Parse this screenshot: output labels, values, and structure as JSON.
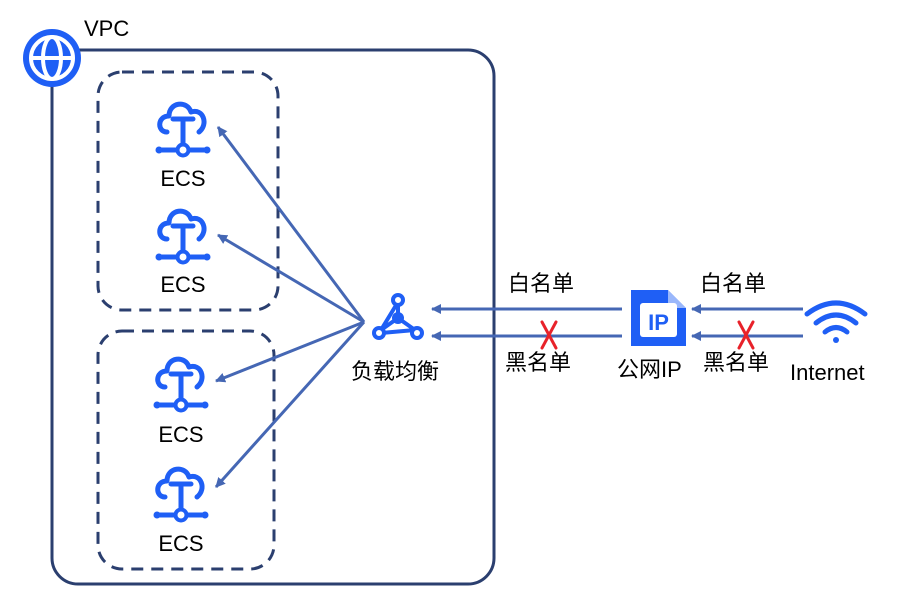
{
  "vpc": {
    "label": "VPC",
    "icon": "globe-icon"
  },
  "ecs_groups": [
    {
      "instances": [
        {
          "label": "ECS",
          "icon": "cloud-server-icon"
        },
        {
          "label": "ECS",
          "icon": "cloud-server-icon"
        }
      ]
    },
    {
      "instances": [
        {
          "label": "ECS",
          "icon": "cloud-server-icon"
        },
        {
          "label": "ECS",
          "icon": "cloud-server-icon"
        }
      ]
    }
  ],
  "load_balancer": {
    "label": "负载均衡",
    "icon": "load-balancer-icon"
  },
  "public_ip": {
    "label": "公网IP",
    "icon": "ip-document-icon",
    "icon_text": "IP"
  },
  "internet": {
    "label": "Internet",
    "icon": "wifi-icon"
  },
  "rules": {
    "lb_side": {
      "whitelist": "白名单",
      "blacklist": "黑名单"
    },
    "internet_side": {
      "whitelist": "白名单",
      "blacklist": "黑名单"
    }
  },
  "colors": {
    "vpc_border": "#2b3f6f",
    "icon_blue": "#1f5ff5",
    "arrow": "#4567b4",
    "block_cross": "#e8222a",
    "text": "#000000"
  }
}
